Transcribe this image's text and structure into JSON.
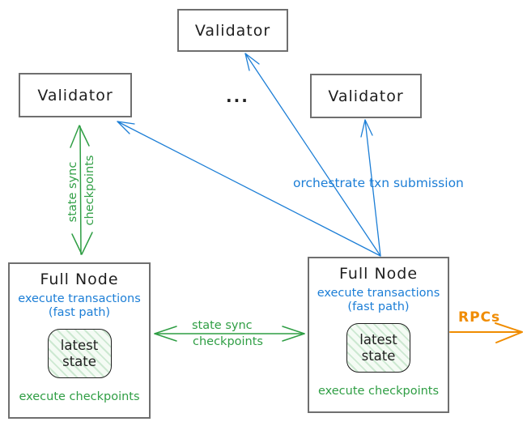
{
  "validators": [
    {
      "label": "Validator"
    },
    {
      "label": "Validator"
    },
    {
      "label": "Validator"
    }
  ],
  "ellipsis": "...",
  "full_nodes": [
    {
      "title": "Full Node",
      "exec_line1": "execute transactions",
      "exec_line2": "(fast path)",
      "state_line1": "latest",
      "state_line2": "state",
      "footer": "execute checkpoints"
    },
    {
      "title": "Full Node",
      "exec_line1": "execute transactions",
      "exec_line2": "(fast path)",
      "state_line1": "latest",
      "state_line2": "state",
      "footer": "execute checkpoints"
    }
  ],
  "edges": {
    "vertical_state_sync": {
      "line1": "state sync",
      "line2": "checkpoints"
    },
    "horizontal_state_sync": {
      "line1": "state sync",
      "line2": "checkpoints"
    },
    "orchestrate_label": "orchestrate txn submission",
    "rpc_label": "RPCs"
  },
  "colors": {
    "blue": "#1c7ed6",
    "green": "#2f9e44",
    "orange": "#f08c00",
    "box_border": "#6f6f6f",
    "ink": "#1e1e1e"
  }
}
